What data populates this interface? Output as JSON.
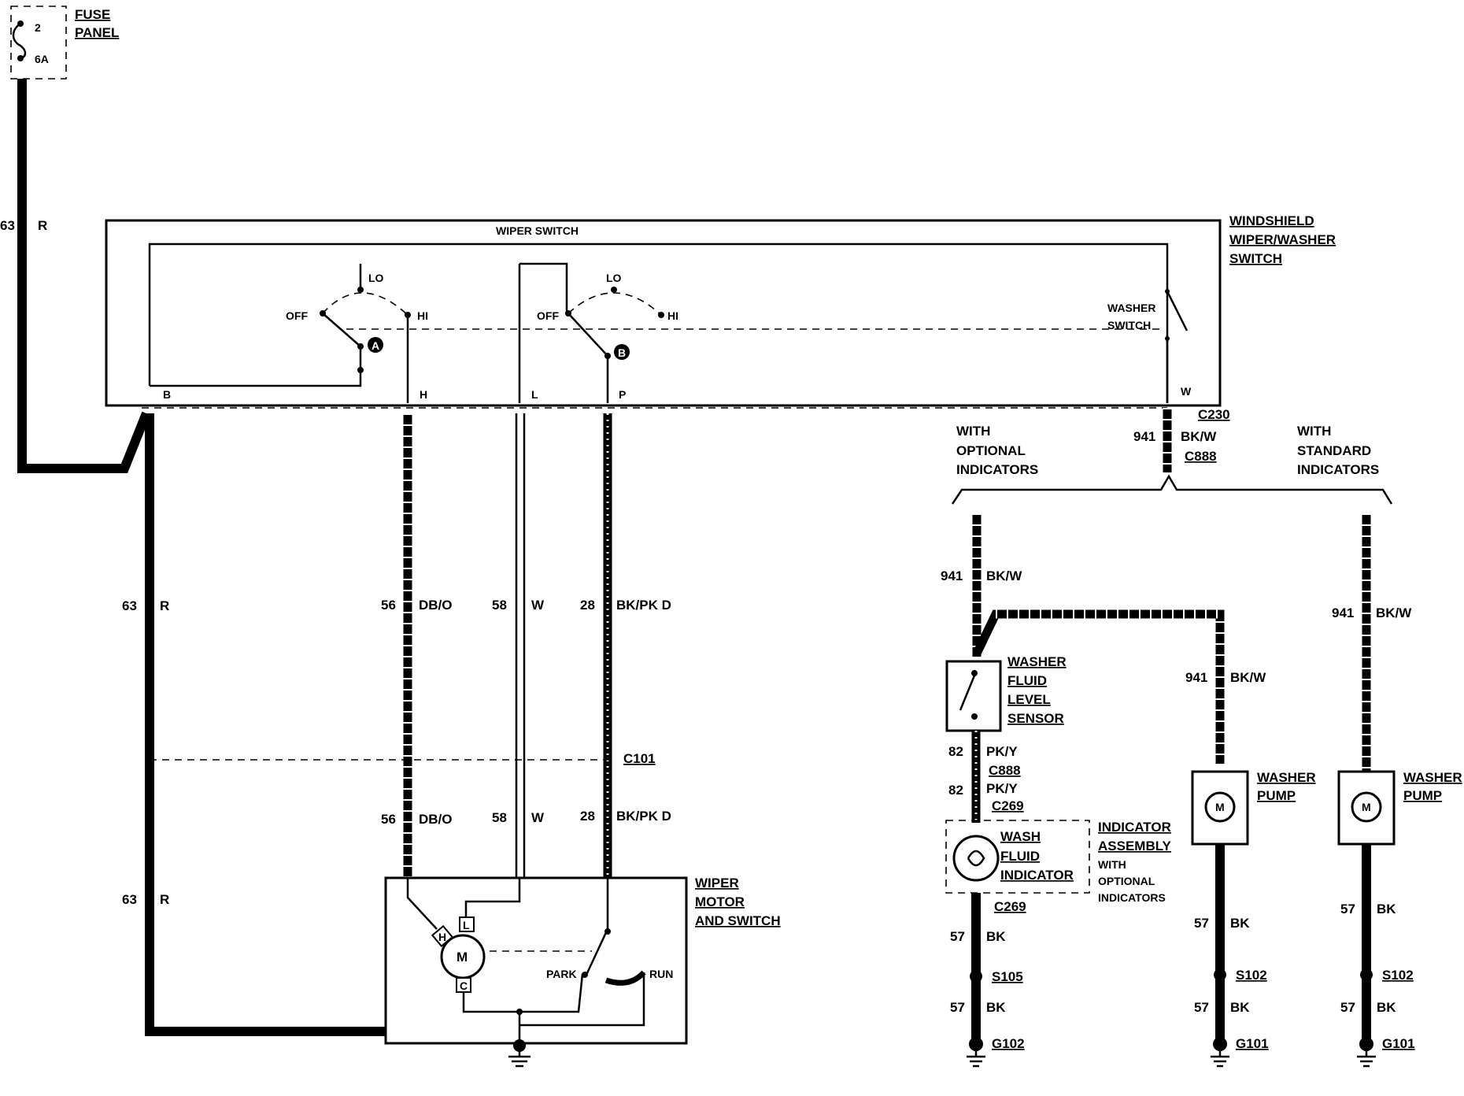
{
  "fuse_panel": {
    "title_line1": "FUSE",
    "title_line2": "PANEL",
    "fuse_number": "2",
    "fuse_rating": "6A"
  },
  "supply_wire": {
    "circuit": "63",
    "color": "R"
  },
  "switch": {
    "title_line1": "WINDSHIELD",
    "title_line2": "WIPER/WASHER",
    "title_line3": "SWITCH",
    "wiper_switch_label": "WIPER SWITCH",
    "washer_switch_line1": "WASHER",
    "washer_switch_line2": "SWITCH",
    "positions": {
      "off": "OFF",
      "lo": "LO",
      "hi": "HI"
    },
    "contact_a": "A",
    "contact_b": "B",
    "pins": {
      "b": "B",
      "h": "H",
      "l": "L",
      "p": "P",
      "w": "W"
    }
  },
  "wires": {
    "w63": {
      "circuit": "63",
      "color": "R"
    },
    "w56": {
      "circuit": "56",
      "color": "DB/O"
    },
    "w58": {
      "circuit": "58",
      "color": "W"
    },
    "w28": {
      "circuit": "28",
      "color": "BK/PK D"
    },
    "w941": {
      "circuit": "941",
      "color": "BK/W"
    },
    "w82a": {
      "circuit": "82",
      "color": "PK/Y"
    },
    "w82b": {
      "circuit": "82",
      "color": "PK/Y"
    },
    "w57": {
      "circuit": "57",
      "color": "BK"
    }
  },
  "connectors": {
    "c101": "C101",
    "c230": "C230",
    "c888_top": "C888",
    "c888_mid": "C888",
    "c269_top": "C269",
    "c269_bottom": "C269"
  },
  "motor": {
    "title_line1": "WIPER",
    "title_line2": "MOTOR",
    "title_line3": "AND SWITCH",
    "m": "M",
    "h": "H",
    "l": "L",
    "c": "C",
    "park": "PARK",
    "run": "RUN"
  },
  "optional_branch": {
    "header_line1": "WITH",
    "header_line2": "OPTIONAL",
    "header_line3": "INDICATORS",
    "sensor_line1": "WASHER",
    "sensor_line2": "FLUID",
    "sensor_line3": "LEVEL",
    "sensor_line4": "SENSOR",
    "indicator_line1": "WASH",
    "indicator_line2": "FLUID",
    "indicator_line3": "INDICATOR",
    "assembly_line1": "INDICATOR",
    "assembly_line2": "ASSEMBLY",
    "assembly_line3": "WITH",
    "assembly_line4": "OPTIONAL",
    "assembly_line5": "INDICATORS",
    "pump_line1": "WASHER",
    "pump_line2": "PUMP",
    "splice_left": "S105",
    "ground_left": "G102",
    "splice_mid": "S102",
    "ground_mid": "G101"
  },
  "standard_branch": {
    "header_line1": "WITH",
    "header_line2": "STANDARD",
    "header_line3": "INDICATORS",
    "pump_line1": "WASHER",
    "pump_line2": "PUMP",
    "pump_m": "M",
    "splice": "S102",
    "ground": "G101"
  }
}
